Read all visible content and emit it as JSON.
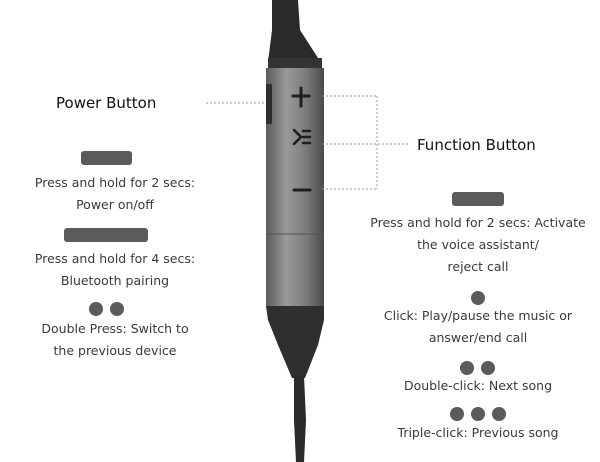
{
  "power": {
    "title": "Power Button",
    "items": [
      {
        "lines": [
          "Press and hold for 2 secs:",
          "Power on/off"
        ],
        "indicator": "long-press-bar"
      },
      {
        "lines": [
          "Press and hold for 4 secs:",
          "Bluetooth pairing"
        ],
        "indicator": "longer-press-bar"
      },
      {
        "lines": [
          "Double Press: Switch to",
          "the previous device"
        ],
        "indicator": "two-dots"
      }
    ]
  },
  "function": {
    "title": "Function Button",
    "items": [
      {
        "lines": [
          "Press and hold for 2 secs: Activate",
          "the voice assistant/",
          "reject call"
        ],
        "indicator": "long-press-bar"
      },
      {
        "lines": [
          "Click: Play/pause the music or",
          "answer/end call"
        ],
        "indicator": "one-dot"
      },
      {
        "lines": [
          "Double-click: Next song"
        ],
        "indicator": "two-dots"
      },
      {
        "lines": [
          "Triple-click: Previous song"
        ],
        "indicator": "three-dots"
      }
    ]
  },
  "remote": {
    "buttons": [
      "plus-icon",
      "function-icon",
      "minus-icon"
    ],
    "colors": {
      "cable": "#2a2a2a",
      "body": "#7a7a7a",
      "panel": "#3a3a3a",
      "indicator": "#5b5b5b"
    }
  }
}
